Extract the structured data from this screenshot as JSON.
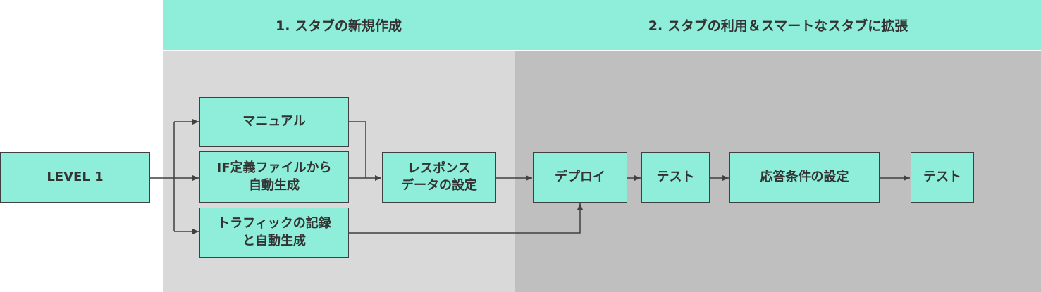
{
  "phases": [
    {
      "label": "1. スタブの新規作成"
    },
    {
      "label": "2. スタブの利用＆スマートなスタブに拡張"
    }
  ],
  "nodes": {
    "level": "LEVEL 1",
    "manual": "マニュアル",
    "if_def": "IF定義ファイルから\n自動生成",
    "traffic": "トラフィックの記録\nと自動生成",
    "response": "レスポンス\nデータの設定",
    "deploy": "デプロイ",
    "test1": "テスト",
    "condition": "応答条件の設定",
    "test2": "テスト"
  },
  "colors": {
    "node_fill": "#8eeed9",
    "phase1_bg": "#d9d9d9",
    "phase2_bg": "#bfbfbf",
    "line": "#404040"
  }
}
